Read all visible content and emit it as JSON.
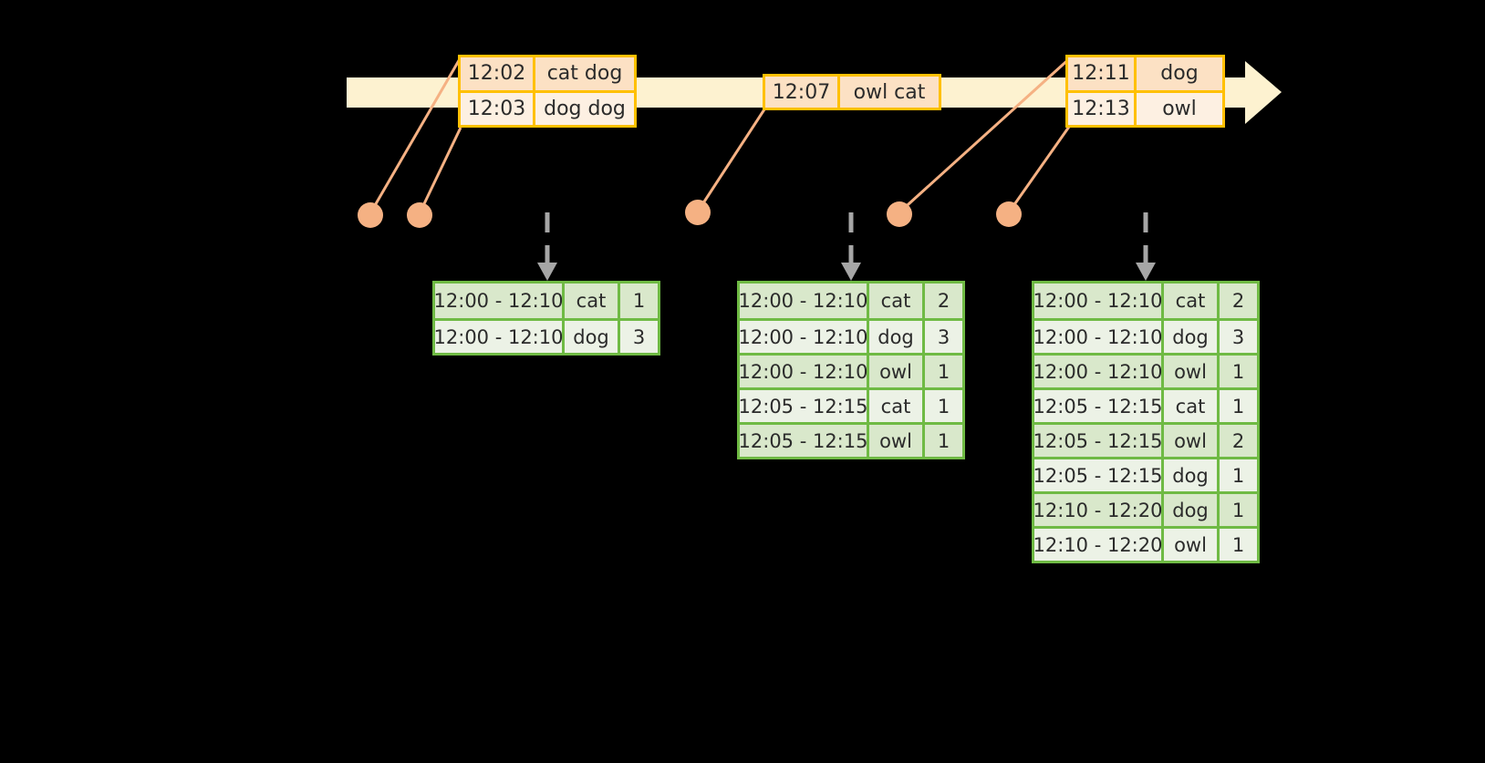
{
  "timeline": {
    "label": "event-time-axis",
    "bar_color": "#FDF2D0",
    "arrow_color": "#FDF2D0"
  },
  "event_boxes": [
    {
      "name": "event-box-1",
      "rows": [
        {
          "time": "12:02",
          "payload": "cat dog"
        },
        {
          "time": "12:03",
          "payload": "dog dog"
        }
      ]
    },
    {
      "name": "event-box-2",
      "rows": [
        {
          "time": "12:07",
          "payload": "owl cat"
        }
      ]
    },
    {
      "name": "event-box-3",
      "rows": [
        {
          "time": "12:11",
          "payload": "dog"
        },
        {
          "time": "12:13",
          "payload": "owl"
        }
      ]
    }
  ],
  "markers": [
    {
      "name": "event-marker-12-02",
      "color": "#F5B183"
    },
    {
      "name": "event-marker-12-03",
      "color": "#F5B183"
    },
    {
      "name": "event-marker-12-07",
      "color": "#F5B183"
    },
    {
      "name": "event-marker-12-11",
      "color": "#F5B183"
    },
    {
      "name": "event-marker-12-13",
      "color": "#F5B183"
    }
  ],
  "result_tables": [
    {
      "name": "result-table-1",
      "rows": [
        {
          "window": "12:00 - 12:10",
          "key": "cat",
          "count": "1"
        },
        {
          "window": "12:00 - 12:10",
          "key": "dog",
          "count": "3"
        }
      ]
    },
    {
      "name": "result-table-2",
      "rows": [
        {
          "window": "12:00 - 12:10",
          "key": "cat",
          "count": "2"
        },
        {
          "window": "12:00 - 12:10",
          "key": "dog",
          "count": "3"
        },
        {
          "window": "12:00 - 12:10",
          "key": "owl",
          "count": "1"
        },
        {
          "window": "12:05 - 12:15",
          "key": "cat",
          "count": "1"
        },
        {
          "window": "12:05 - 12:15",
          "key": "owl",
          "count": "1"
        }
      ]
    },
    {
      "name": "result-table-3",
      "rows": [
        {
          "window": "12:00 - 12:10",
          "key": "cat",
          "count": "2"
        },
        {
          "window": "12:00 - 12:10",
          "key": "dog",
          "count": "3"
        },
        {
          "window": "12:00 - 12:10",
          "key": "owl",
          "count": "1"
        },
        {
          "window": "12:05 - 12:15",
          "key": "cat",
          "count": "1"
        },
        {
          "window": "12:05 - 12:15",
          "key": "owl",
          "count": "2"
        },
        {
          "window": "12:05 - 12:15",
          "key": "dog",
          "count": "1"
        },
        {
          "window": "12:10 - 12:20",
          "key": "dog",
          "count": "1"
        },
        {
          "window": "12:10 - 12:20",
          "key": "owl",
          "count": "1"
        }
      ]
    }
  ],
  "colors": {
    "timeline_fill": "#FDF2D0",
    "event_border": "#FFC000",
    "event_fill_dark": "#FCE1C4",
    "event_fill_light": "#FDF0E2",
    "marker": "#F5B183",
    "connector": "#F5B183",
    "table_border": "#6FBA44",
    "table_fill_dark": "#D9E8CB",
    "table_fill_light": "#ECF2E6",
    "emit_arrow": "#A6A6A6",
    "text": "#2b2b2b",
    "background": "#000000"
  }
}
